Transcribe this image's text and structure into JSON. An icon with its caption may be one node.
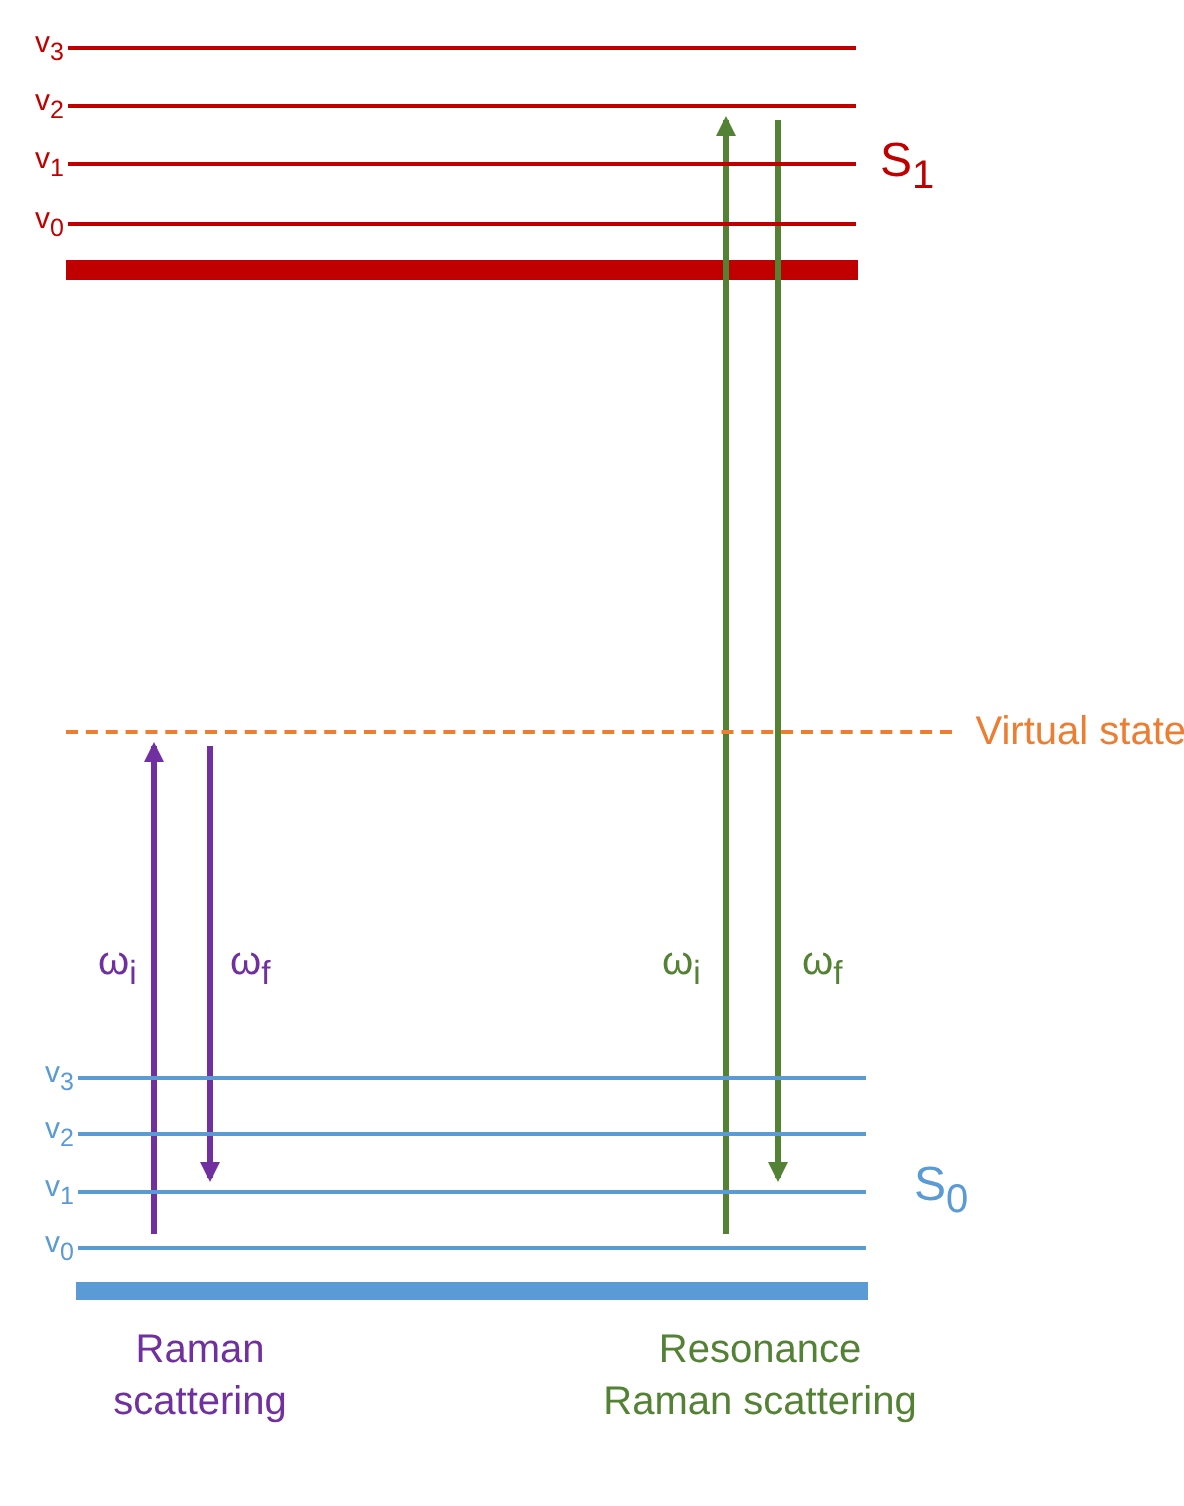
{
  "diagram": {
    "nodes": [
      {
        "text": [
          "v$_{3}$"
        ]
      },
      {
        "text": [
          "v$_{2}$"
        ]
      },
      {
        "text": [
          "v$_{1}$"
        ]
      },
      {
        "text": [
          "v$_{0}$"
        ]
      },
      {
        "text": [
          "Virtual state"
        ]
      },
      {
        "text": [
          "v$_{3}$"
        ]
      },
      {
        "text": [
          "v$_{2}$"
        ]
      },
      {
        "text": [
          "v$_{1}$"
        ]
      },
      {
        "text": [
          "v$_{0}$"
        ]
      }
    ],
    "edges": [
      {
        "from": 8,
        "to": 4,
        "arrow": "to",
        "label": "ω$_{i}$",
        "color": "#7030a0"
      },
      {
        "from": 4,
        "to": 7,
        "arrow": "to",
        "label": "ω$_{f}$",
        "color": "#7030a0"
      },
      {
        "from": 8,
        "to": 1,
        "arrow": "to",
        "label": "ω$_{i}$",
        "color": "#548235"
      },
      {
        "from": 1,
        "to": 7,
        "arrow": "to",
        "label": "ω$_{f}$",
        "color": "#548235"
      }
    ],
    "labels": [
      "S$_{1}$",
      "S$_{0}$",
      "Raman scattering",
      "Resonance Raman scattering"
    ]
  }
}
